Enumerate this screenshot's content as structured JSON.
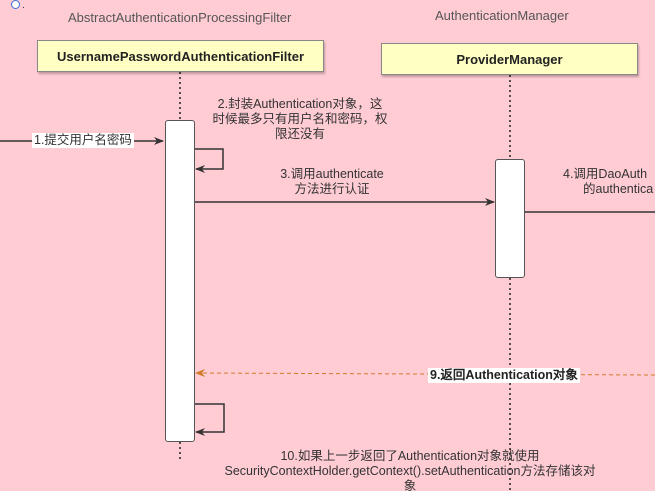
{
  "participants": {
    "filter": {
      "stereotype": "AbstractAuthenticationProcessingFilter",
      "name": "UsernamePasswordAuthenticationFilter"
    },
    "manager": {
      "stereotype": "AuthenticationManager",
      "name": "ProviderManager"
    }
  },
  "messages": {
    "m1": "1.提交用户名密码",
    "m2_line1": "2.封装Authentication对象，这",
    "m2_line2": "时候最多只有用户名和密码，权",
    "m2_line3": "限还没有",
    "m3_line1": "3.调用authenticate",
    "m3_line2": "方法进行认证",
    "m4_line1": "4.调用DaoAuth",
    "m4_line2": "的authentica",
    "m9": "9.返回Authentication对象",
    "m10_line1": "10.如果上一步返回了Authentication对象就使用",
    "m10_line2": "SecurityContextHolder.getContext().setAuthentication方法存储该对",
    "m10_line3": "象"
  },
  "colors": {
    "background": "#ffccd4",
    "box_fill": "#ffffc4",
    "return_arrow": "#d07a2a",
    "corner_icon": "#3b6fd6"
  }
}
